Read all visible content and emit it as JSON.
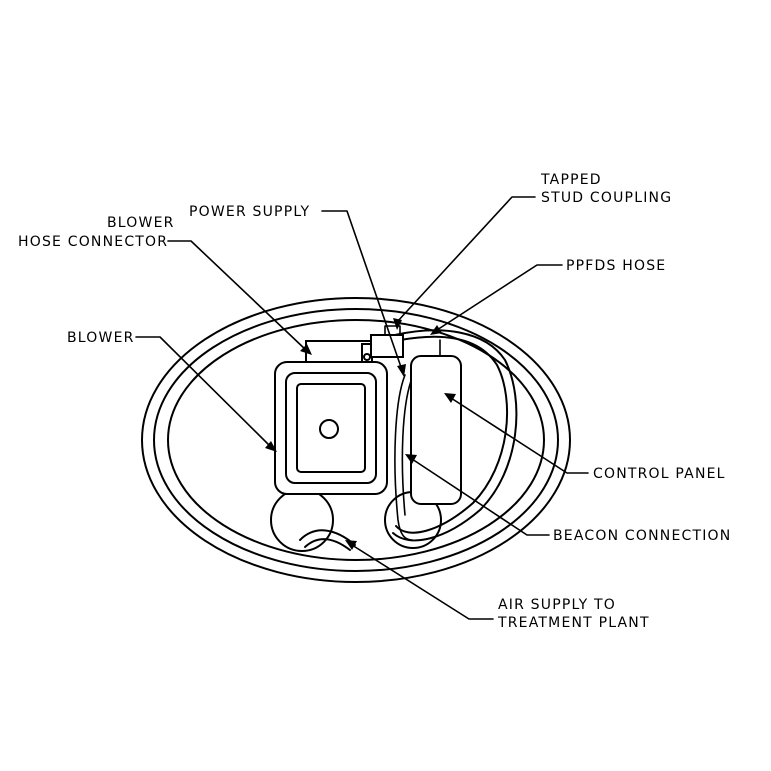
{
  "labels": {
    "tapped_line1": "TAPPED",
    "tapped_line2": "STUD COUPLING",
    "power_supply": "POWER SUPPLY",
    "blower_hose_line1": "BLOWER",
    "blower_hose_line2": "HOSE CONNECTOR",
    "ppfds_hose": "PPFDS HOSE",
    "blower": "BLOWER",
    "control_panel": "CONTROL PANEL",
    "beacon_connection": "BEACON CONNECTION",
    "air_supply_line1": "AIR SUPPLY TO",
    "air_supply_line2": "TREATMENT PLANT"
  }
}
